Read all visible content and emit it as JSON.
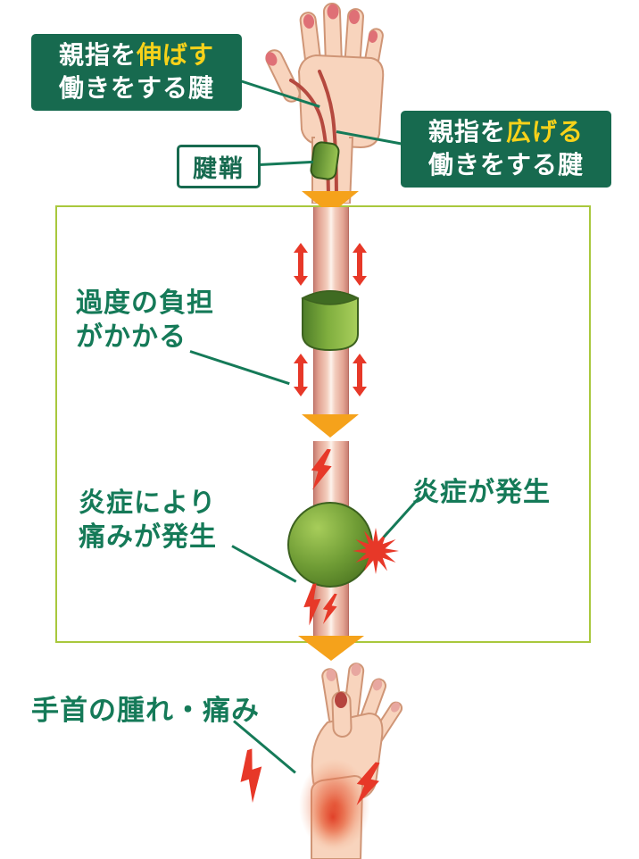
{
  "colors": {
    "label_bg_green": "#176a4f",
    "label_text_white": "#ffffff",
    "accent_yellow": "#f7d21a",
    "caption_green": "#157a58",
    "frame_border_green": "#a9c83d",
    "flow_arrow_orange": "#f5a21b",
    "alert_red": "#e73828",
    "tendon_pink": "#e3a493",
    "sheath_green": "#6f9c35",
    "skin": "#f8d4bd"
  },
  "icons": {
    "flow_arrow": "orange-down-triangle",
    "strain_arrow": "red-up-down-arrow",
    "pain_bolt": "red-lightning-bolt",
    "inflammation_burst": "red-starburst"
  },
  "annotations": {
    "extend_label": {
      "prefix": "親指を",
      "accent": "伸ばす",
      "line2": "働きをする腱"
    },
    "sheath_label": "腱鞘",
    "spread_label": {
      "prefix": "親指を",
      "accent": "広げる",
      "line2": "働きをする腱"
    },
    "stage1_caption": {
      "line1": "過度の負担",
      "line2": "がかかる"
    },
    "stage2_left_caption": {
      "line1": "炎症により",
      "line2": "痛みが発生"
    },
    "stage2_right_caption": "炎症が発生",
    "result_caption": "手首の腫れ・痛み"
  }
}
